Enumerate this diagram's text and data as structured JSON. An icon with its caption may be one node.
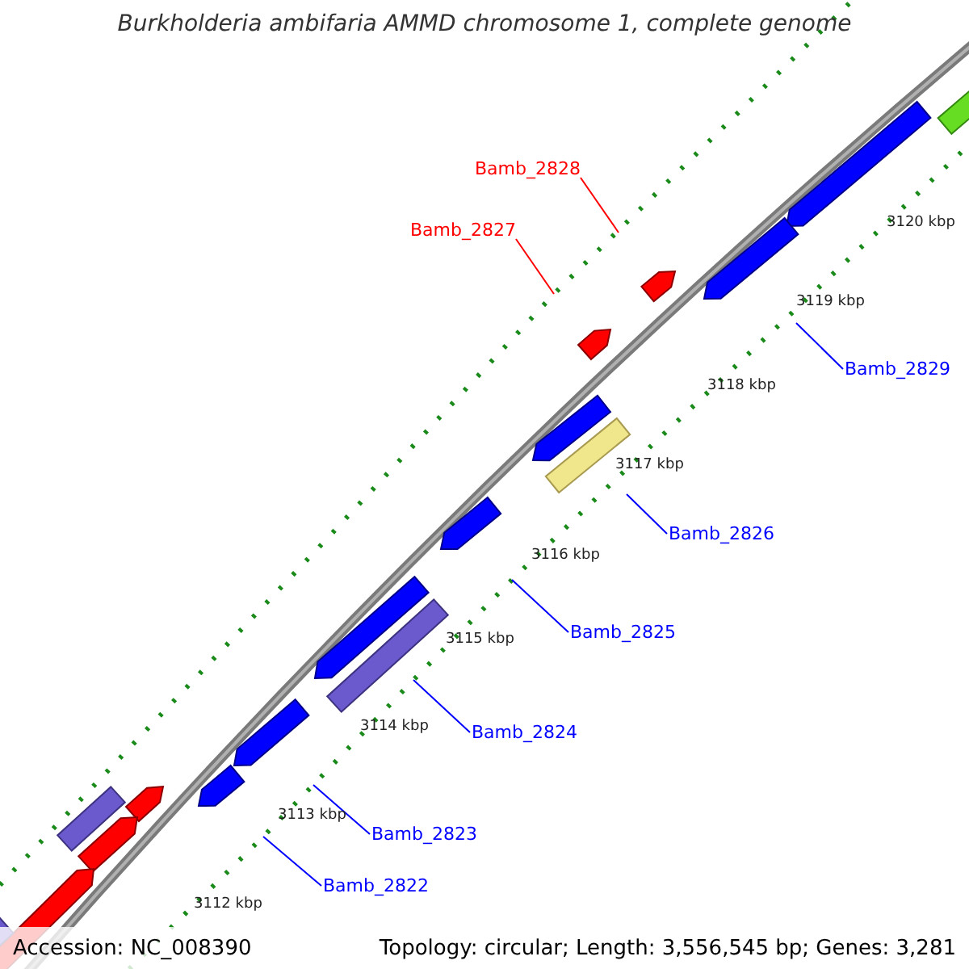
{
  "diagram": {
    "title": "Burkholderia ambifaria AMMD chromosome 1, complete genome",
    "nodes": [
      {
        "text": [
          "Bamb_2828"
        ]
      },
      {
        "text": [
          "Bamb_2827"
        ]
      },
      {
        "text": [
          "Bamb_2829"
        ]
      },
      {
        "text": [
          "Bamb_2826"
        ]
      },
      {
        "text": [
          "Bamb_2825"
        ]
      },
      {
        "text": [
          "Bamb_2824"
        ]
      },
      {
        "text": [
          "Bamb_2823"
        ]
      },
      {
        "text": [
          "Bamb_2822"
        ]
      }
    ],
    "edges": [
      {
        "from": 0,
        "to": null,
        "arrow": "none",
        "color": "#ff0000"
      },
      {
        "from": 1,
        "to": null,
        "arrow": "none",
        "color": "#ff0000"
      },
      {
        "from": 2,
        "to": null,
        "arrow": "none"
      },
      {
        "from": 3,
        "to": null,
        "arrow": "none"
      },
      {
        "from": 4,
        "to": null,
        "arrow": "none"
      },
      {
        "from": 5,
        "to": null,
        "arrow": "none"
      },
      {
        "from": 6,
        "to": null,
        "arrow": "none"
      },
      {
        "from": 7,
        "to": null,
        "arrow": "none"
      }
    ],
    "labels": [
      "3120 kbp",
      "3119 kbp",
      "3118 kbp",
      "3117 kbp",
      "3116 kbp",
      "3115 kbp",
      "3114 kbp",
      "3113 kbp",
      "3112 kbp",
      "Accession: NC_008390",
      "Topology: circular; Length: 3,556,545 bp; Genes: 3,281"
    ]
  }
}
